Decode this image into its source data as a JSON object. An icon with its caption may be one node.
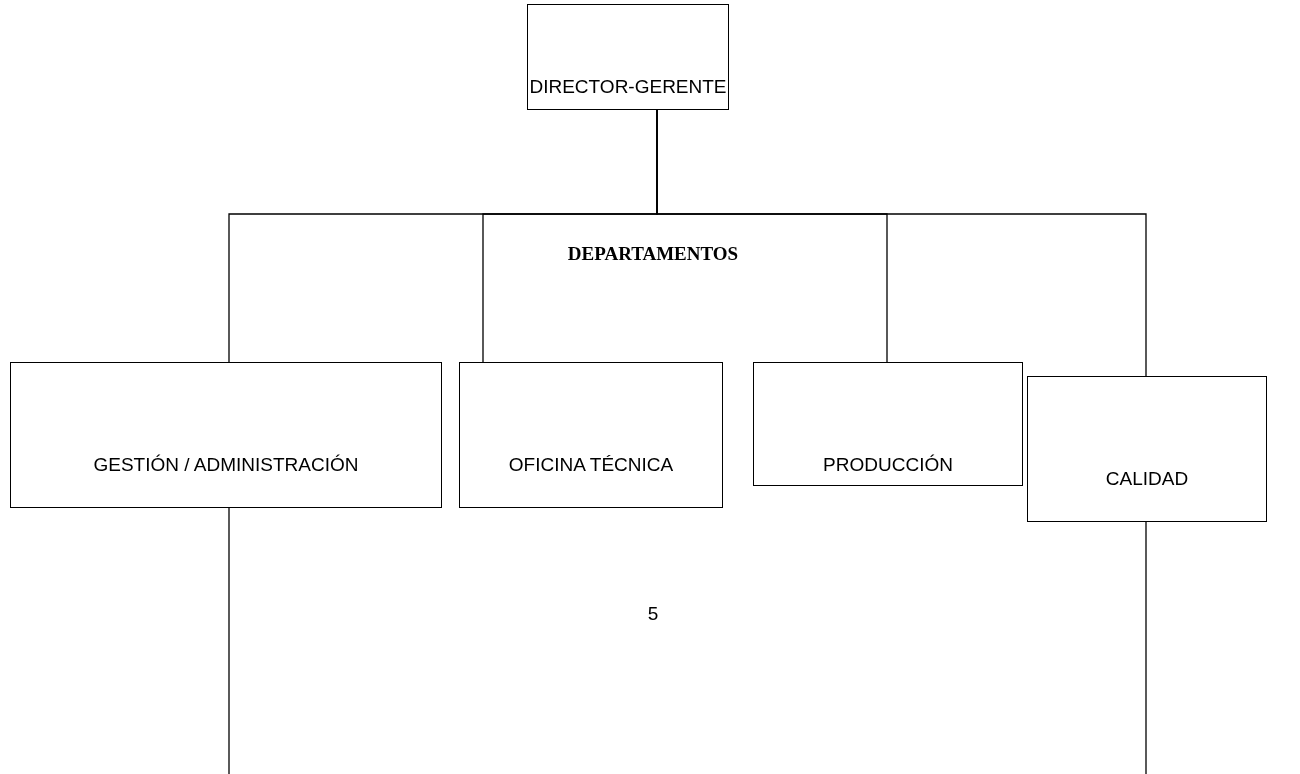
{
  "diagram": {
    "nodes": [
      {
        "text": [
          "DIRECTOR-GERENTE"
        ]
      },
      {
        "text": [
          "GESTIÓN / ADMINISTRACIÓN"
        ]
      },
      {
        "text": [
          "OFICINA TÉCNICA"
        ]
      },
      {
        "text": [
          "PRODUCCIÓN"
        ]
      },
      {
        "text": [
          "CALIDAD"
        ]
      }
    ],
    "edges": [
      {
        "from": 0,
        "to": 1,
        "arrow": "none"
      },
      {
        "from": 0,
        "to": 2,
        "arrow": "none"
      },
      {
        "from": 0,
        "to": 3,
        "arrow": "none"
      },
      {
        "from": 0,
        "to": 4,
        "arrow": "none"
      },
      {
        "from": 1,
        "to": null,
        "arrow": "none"
      },
      {
        "from": 4,
        "to": null,
        "arrow": "none"
      }
    ],
    "labels": [
      "DEPARTAMENTOS",
      "5"
    ]
  }
}
